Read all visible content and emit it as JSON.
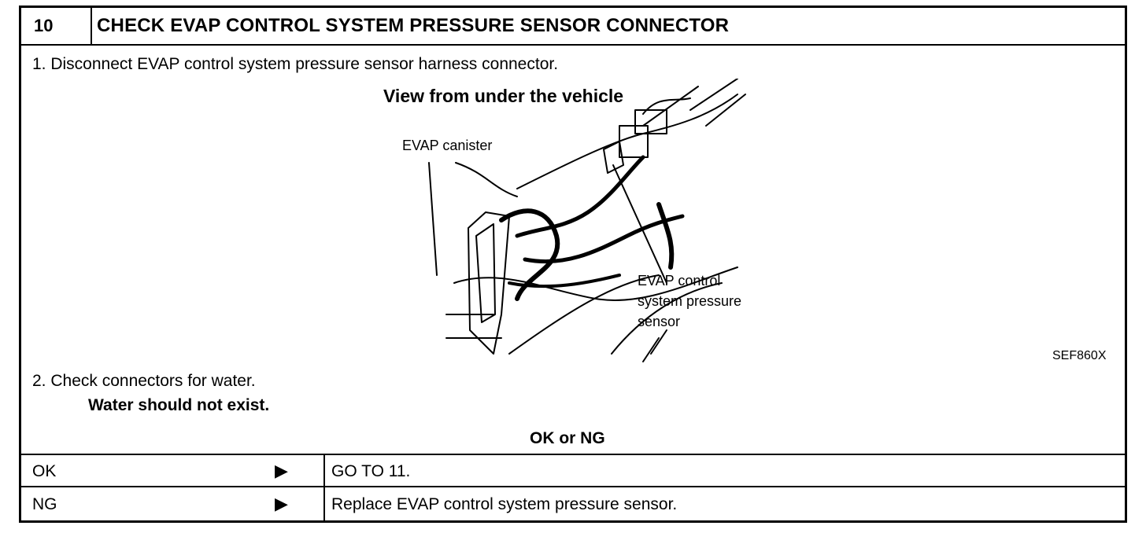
{
  "header": {
    "step_number": "10",
    "title": "CHECK EVAP CONTROL SYSTEM PRESSURE SENSOR CONNECTOR"
  },
  "instructions": {
    "step1": "1.  Disconnect EVAP control system pressure sensor harness connector.",
    "step2": "2.  Check connectors for water.",
    "step2_note": "Water should not exist."
  },
  "figure": {
    "title": "View from under the vehicle",
    "label_canister": "EVAP canister",
    "label_sensor_line1": "EVAP control",
    "label_sensor_line2": "system pressure",
    "label_sensor_line3": "sensor",
    "figure_code": "SEF860X"
  },
  "decision": {
    "prompt": "OK or NG",
    "rows": [
      {
        "label": "OK",
        "arrow": "▶",
        "result": "GO TO 11."
      },
      {
        "label": "NG",
        "arrow": "▶",
        "result": "Replace EVAP control system pressure sensor."
      }
    ]
  }
}
